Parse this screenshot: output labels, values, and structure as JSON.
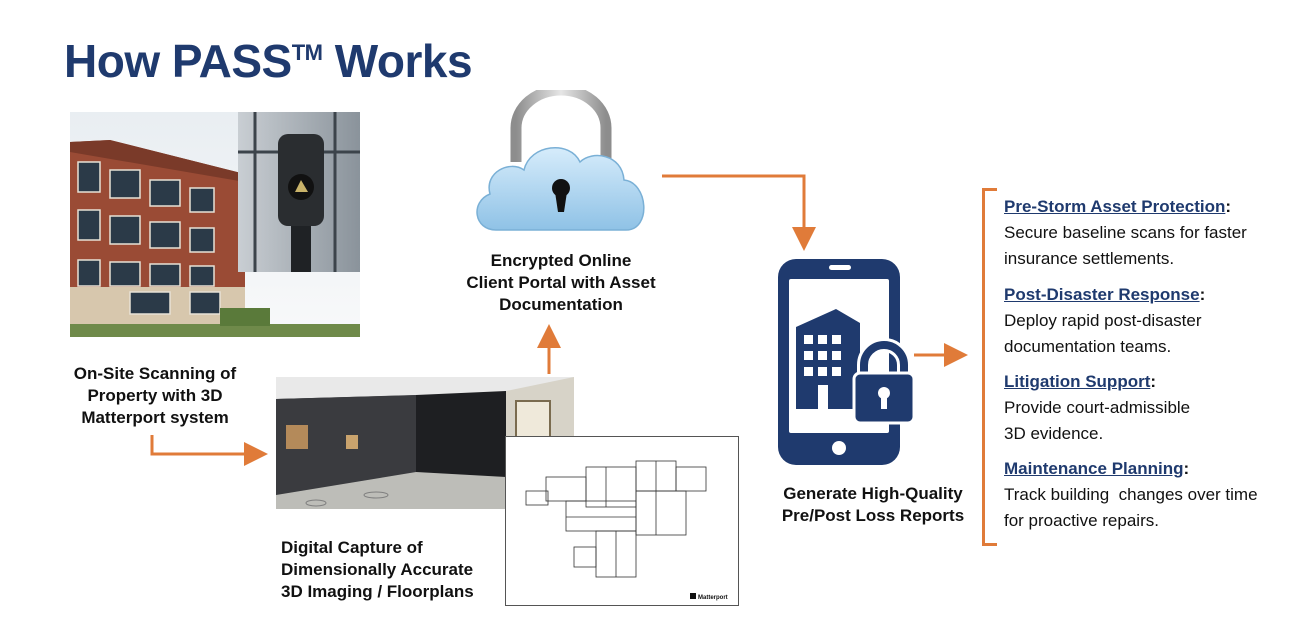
{
  "title": {
    "main": "How PASS",
    "tm": "TM",
    "rest": " Works"
  },
  "steps": {
    "scan": {
      "line1": "On-Site Scanning of",
      "line2": "Property with 3D",
      "line3": "Matterport system"
    },
    "capture": {
      "line1": "Digital Capture of",
      "line2": "Dimensionally Accurate",
      "line3": "3D Imaging / Floorplans"
    },
    "portal": {
      "line1": "Encrypted Online",
      "line2": "Client Portal with Asset",
      "line3": "Documentation"
    },
    "reports": {
      "line1": "Generate High-Quality",
      "line2": "Pre/Post Loss Reports"
    }
  },
  "floorplan": {
    "brand": "Matterport"
  },
  "benefits": [
    {
      "head": "Pre-Storm Asset Protection",
      "line1": "Secure baseline scans for faster",
      "line2": "insurance settlements."
    },
    {
      "head": "Post-Disaster Response",
      "line1": "Deploy rapid post-disaster",
      "line2": "documentation teams."
    },
    {
      "head": "Litigation Support",
      "line1": "Provide court-admissible",
      "line2": "3D evidence."
    },
    {
      "head": "Maintenance Planning",
      "line1": "Track building  changes over time",
      "line2": "for proactive repairs."
    }
  ],
  "colors": {
    "navy": "#1f3a6e",
    "orange": "#e07b39",
    "cloud": "#aed4ee"
  }
}
